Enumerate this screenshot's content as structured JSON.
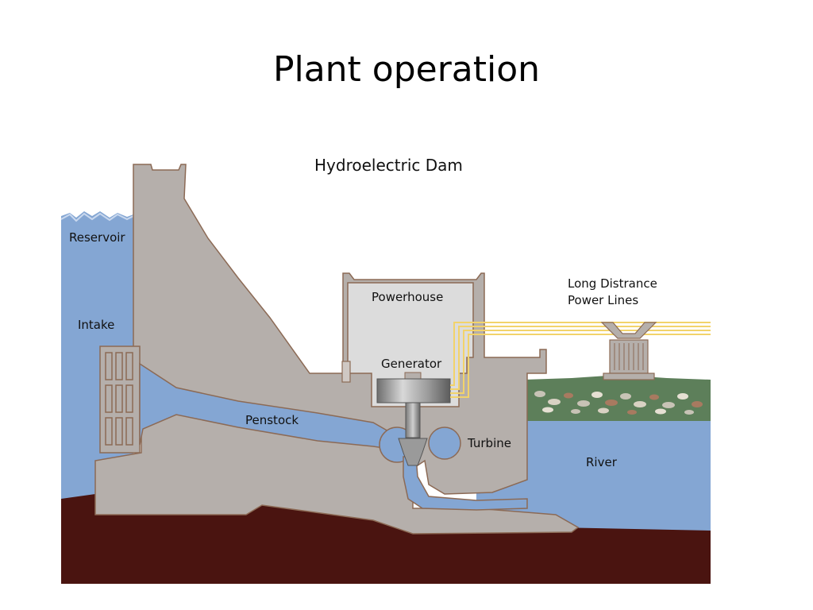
{
  "slide": {
    "title": "Plant operation"
  },
  "diagram": {
    "caption": "Hydroelectric Dam",
    "labels": {
      "reservoir": "Reservoir",
      "intake": "Intake",
      "powerhouse": "Powerhouse",
      "generator": "Generator",
      "penstock": "Penstock",
      "turbine": "Turbine",
      "river": "River",
      "power_lines_line1": "Long Distrance",
      "power_lines_line2": "Power Lines"
    },
    "colors": {
      "water": "#84a6d3",
      "dam": "#b5afab",
      "dam_outline": "#8c6a55",
      "ground": "#4a1410",
      "powerhouse_interior": "#dcdcdc",
      "grass": "#5d7f5a",
      "power_line": "#f2d36b",
      "generator_metal": "#8a8a8a",
      "sky": "#ffffff"
    }
  }
}
